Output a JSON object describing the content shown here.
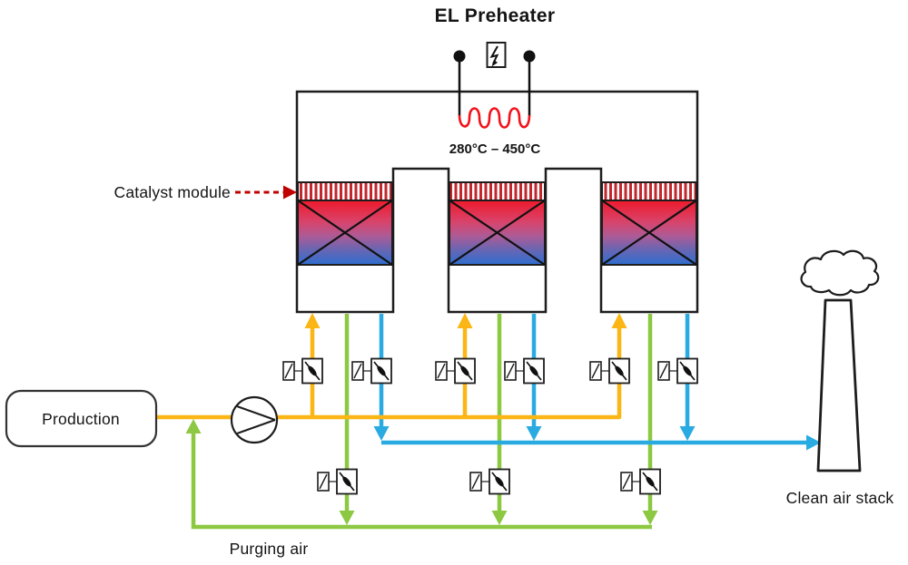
{
  "diagram": {
    "title": "EL Preheater",
    "preheater": {
      "symbol": "electric-heater",
      "temperature_range": "280°C – 450°C"
    },
    "labels": {
      "catalyst_module": "Catalyst module",
      "production": "Production",
      "clean_air_stack": "Clean air stack",
      "purging_air": "Purging air"
    },
    "towers": {
      "count": 3
    },
    "valves": {
      "process_row_count": 6,
      "purge_row_count": 3
    },
    "colors": {
      "inlet_air": "#FBB615",
      "clean_air": "#29ABE2",
      "purge_air": "#8CC841",
      "heater_coil": "#F2121B",
      "annotation_red": "#C00000",
      "catalyst_stripe": "#C1272D",
      "media_hot": "#EF1A2B",
      "media_cold": "#2D6ECF"
    }
  }
}
